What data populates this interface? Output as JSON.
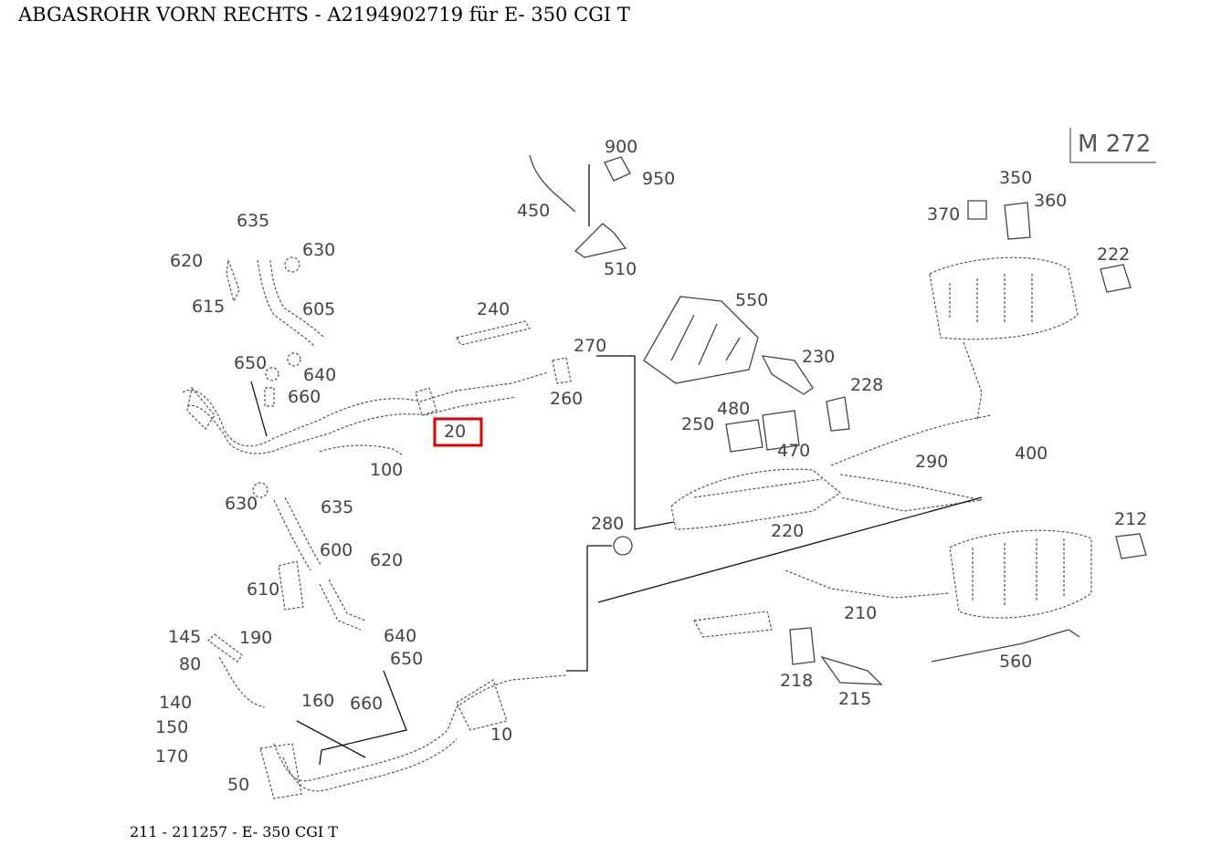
{
  "title": "ABGASROHR VORN RECHTS - A2194902719 für E- 350 CGI T",
  "footer": "211 - 211257 - E- 350 CGI T",
  "engine_code": "M 272",
  "highlight_color": "#e00000",
  "highlighted_label": "20",
  "labels": [
    "900",
    "950",
    "450",
    "510",
    "635",
    "630",
    "620",
    "615",
    "605",
    "650",
    "640",
    "660",
    "100",
    "240",
    "270",
    "260",
    "20",
    "550",
    "230",
    "228",
    "480",
    "250",
    "470",
    "350",
    "370",
    "360",
    "222",
    "400",
    "290",
    "220",
    "280",
    "630",
    "635",
    "600",
    "620",
    "610",
    "640",
    "650",
    "660",
    "145",
    "190",
    "80",
    "140",
    "150",
    "170",
    "160",
    "50",
    "10",
    "212",
    "210",
    "218",
    "215",
    "560"
  ]
}
